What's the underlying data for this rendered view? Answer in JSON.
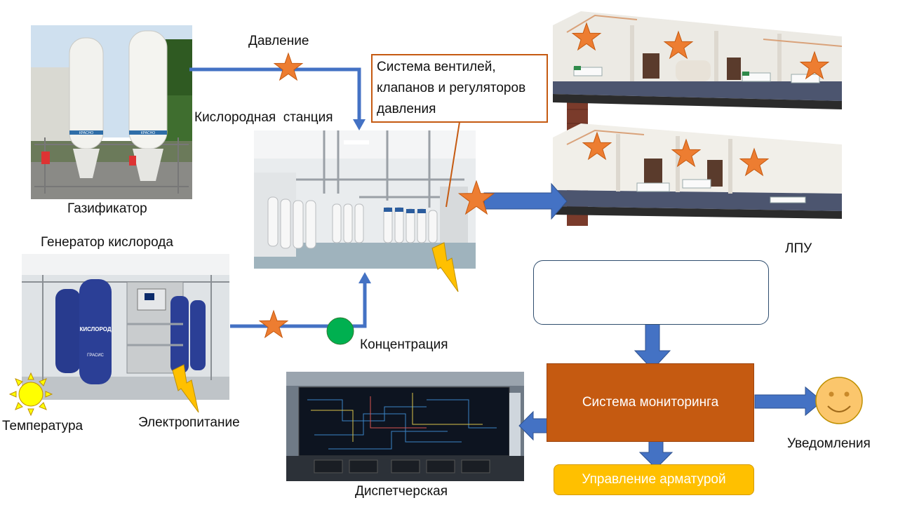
{
  "labels": {
    "pressure": "Давление",
    "oxygen_station": "Кислородная  станция",
    "gasifier": "Газификатор",
    "generator": "Генератор кислорода",
    "hospital": "ЛПУ",
    "concentration": "Концентрация",
    "temperature": "Температура",
    "power": "Электропитание",
    "notifications": "Уведомления",
    "dispatch": "Диспетчерская"
  },
  "callout": {
    "lines": [
      "Система вентилей,",
      "клапанов и регуляторов",
      "давления"
    ]
  },
  "monitoring": {
    "label": "Система мониторинга"
  },
  "control": {
    "label": "Управление арматурой"
  },
  "legend_icons": [
    "lightning-icon",
    "star-icon",
    "circle-icon",
    "sun-icon"
  ],
  "photo_labels": {
    "gasifier_tank_left": "КРАСНО",
    "gasifier_tank_right": "КРАСНО",
    "generator_tank": "КИСЛОРОД",
    "generator_brand": "ГРАСИС"
  },
  "colors": {
    "arrow_blue": "#4472c4",
    "star_orange": "#ed7d31",
    "circle_green": "#00b050",
    "sun_yellow": "#ffff00",
    "lightning_yellow": "#ffc000",
    "monitoring_orange": "#c55a11",
    "control_yellow": "#ffc000"
  }
}
